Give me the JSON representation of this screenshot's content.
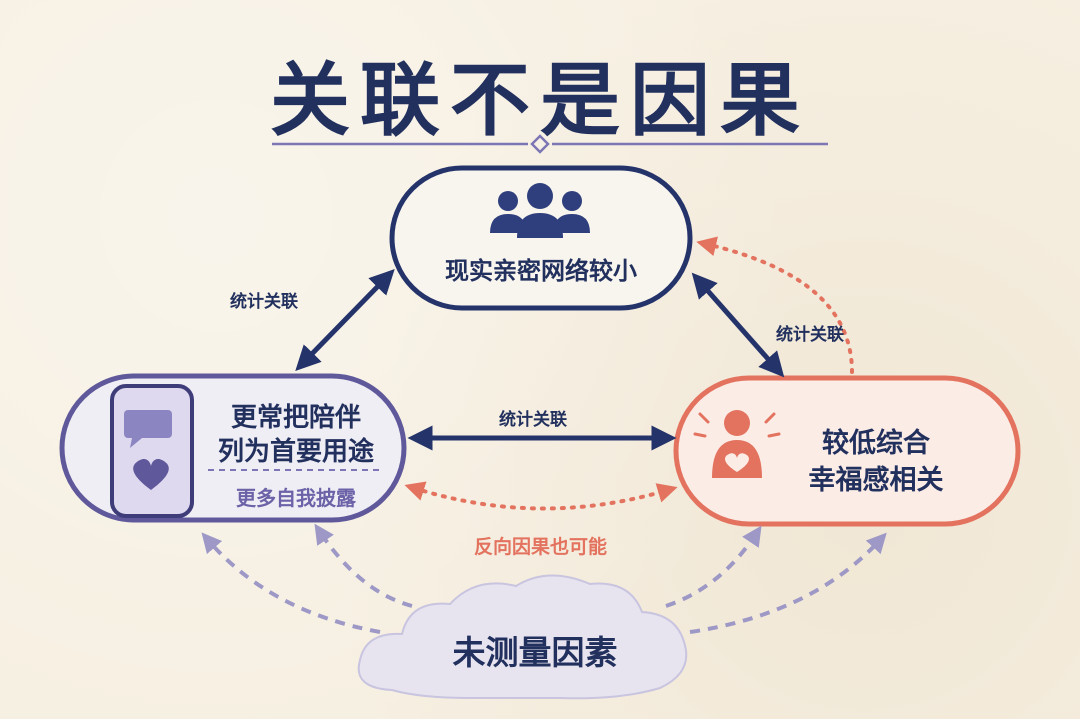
{
  "title": "关联不是因果",
  "nodes": {
    "network": {
      "label": "现实亲密网络较小"
    },
    "phone": {
      "line1": "更常把陪伴",
      "line2": "列为首要用途",
      "sub": "更多自我披露"
    },
    "happiness": {
      "line1": "较低综合",
      "line2": "幸福感相关"
    },
    "cloud": {
      "label": "未测量因素"
    }
  },
  "edges": {
    "left_label": "统计关联",
    "right_label": "统计关联",
    "middle_label": "统计关联",
    "reverse_label": "反向因果也可能"
  },
  "colors": {
    "navy": "#24336a",
    "coral": "#e3735f",
    "purple": "#6b62a8",
    "lavender": "#a6a0cf",
    "background": "#f6efe1"
  }
}
